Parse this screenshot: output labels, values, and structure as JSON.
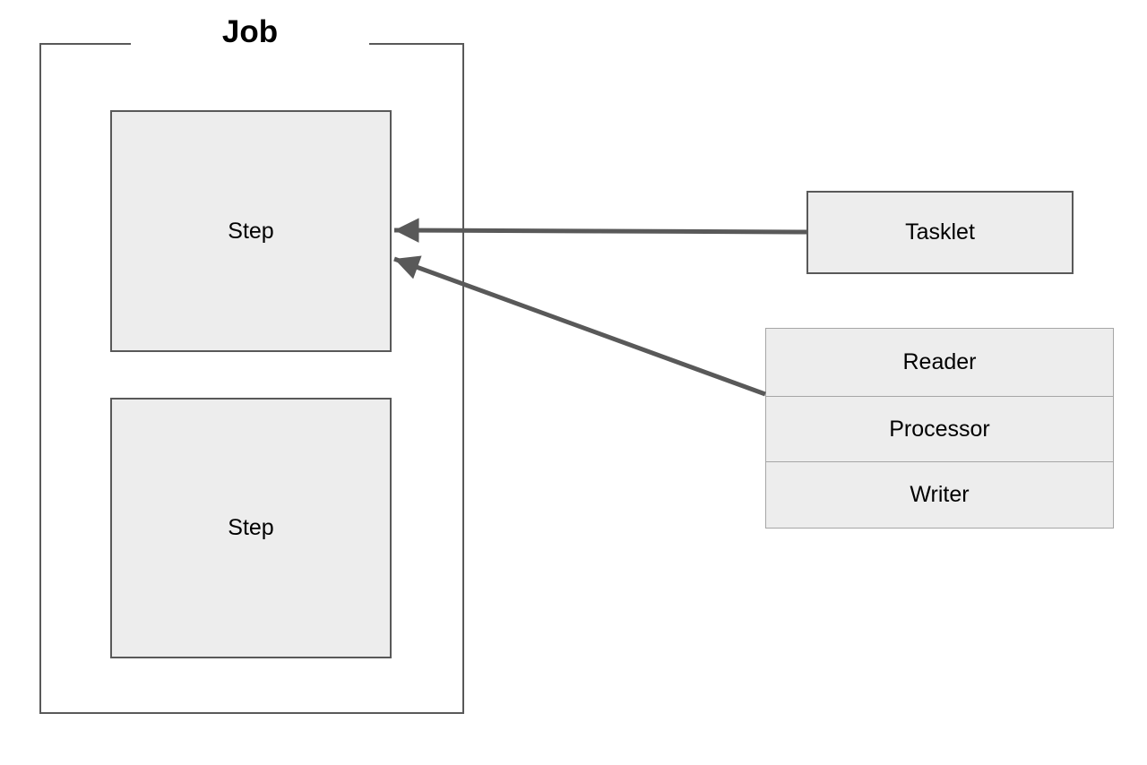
{
  "diagram": {
    "title": "Job",
    "colors": {
      "background": "#ffffff",
      "box_fill": "#ededed",
      "box_border_dark": "#595959",
      "box_border_light": "#a6a6a6",
      "arrow": "#595959",
      "text": "#000000"
    },
    "job": {
      "label": "Job",
      "steps": [
        {
          "label": "Step"
        },
        {
          "label": "Step"
        }
      ]
    },
    "tasklet": {
      "label": "Tasklet"
    },
    "chunk": {
      "rows": [
        {
          "label": "Reader"
        },
        {
          "label": "Processor"
        },
        {
          "label": "Writer"
        }
      ]
    },
    "arrows": [
      {
        "from": "tasklet",
        "to": "step-1",
        "style": "solid"
      },
      {
        "from": "chunk-reader-processor-writer",
        "to": "step-1",
        "style": "solid"
      }
    ]
  }
}
